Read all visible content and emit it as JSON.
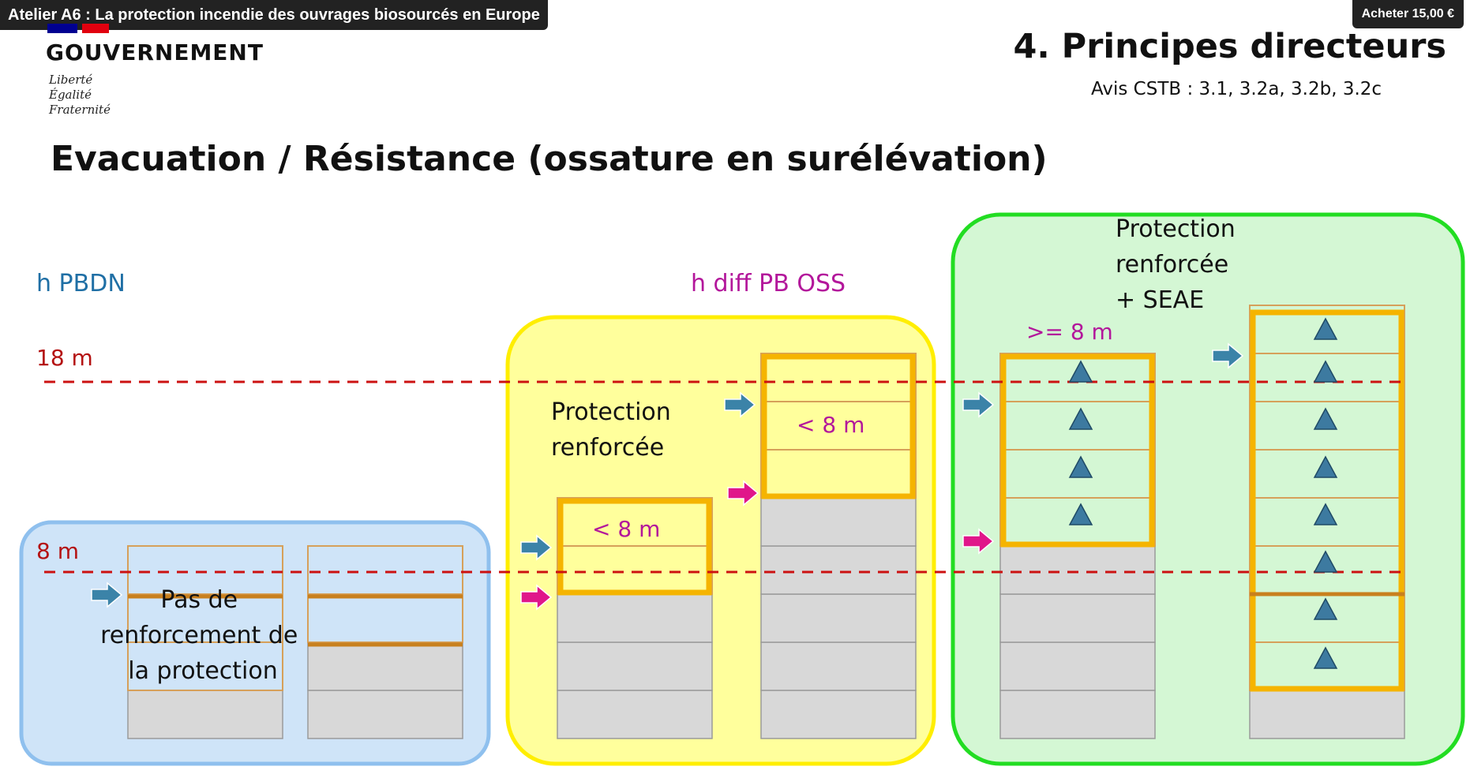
{
  "header": {
    "video_title": "Atelier A6 : La protection incendie des ouvrages biosourcés en Europe",
    "buy_label": "Acheter 15,00 €"
  },
  "logo": {
    "name": "GOUVERNEMENT",
    "motto": [
      "Liberté",
      "Égalité",
      "Fraternité"
    ],
    "colors": {
      "blue": "#000091",
      "red": "#e1000f"
    }
  },
  "slide": {
    "section_title": "4. Principes directeurs",
    "section_subtitle": "Avis CSTB : 3.1, 3.2a, 3.2b, 3.2c",
    "title": "Evacuation / Résistance (ossature en surélévation)"
  },
  "diagram": {
    "label_h_pbdn": "h PBDN",
    "label_h_diff": "h diff PB OSS",
    "label_18m": "18 m",
    "label_8m": "8 m",
    "blue_zone_text": [
      "Pas de",
      "renforcement de",
      "la protection"
    ],
    "yellow_zone_text": [
      "Protection",
      "renforcée"
    ],
    "yellow_bldg1_label": "< 8 m",
    "yellow_bldg2_label": "< 8 m",
    "green_zone_text": [
      "Protection",
      "renforcée",
      "+ SEAE"
    ],
    "green_height_label": ">= 8 m",
    "colors": {
      "blue_zone_fill": "#cfe4f8",
      "blue_zone_border": "#8fc0ee",
      "yellow_zone_fill": "#ffff9c",
      "yellow_zone_border": "#ffee00",
      "green_zone_fill": "#d4f7d4",
      "green_zone_border": "#22dd22",
      "dashed_line": "#cc1111",
      "arrow_blue": "#3b83a8",
      "arrow_magenta": "#e0168a",
      "triangle": "#3d7aa0",
      "frame": "#f5b400",
      "existing_floor": "#d8d8d8",
      "blue_text": "#1f6fa5",
      "magenta_text": "#b3179b",
      "red_text": "#b41212"
    }
  }
}
